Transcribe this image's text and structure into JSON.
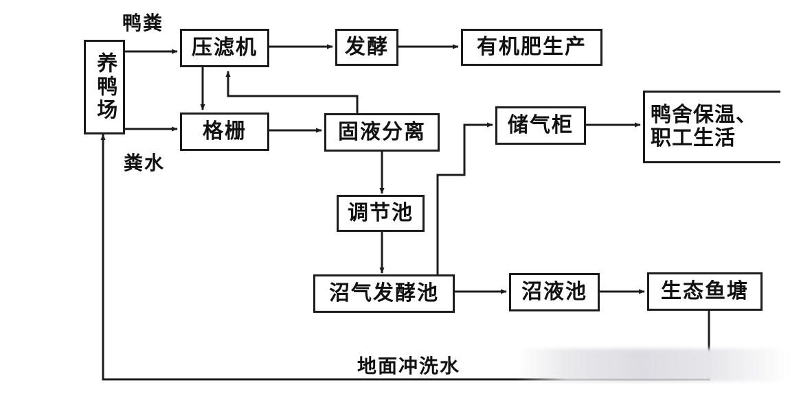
{
  "colors": {
    "line": "#1c1c1c",
    "background": "#ffffff",
    "text": "#111111"
  },
  "nodes": {
    "duck_farm": "养鸭场",
    "filter_press": "压滤机",
    "fermentation": "发酵",
    "organic_fertilizer": "有机肥生产",
    "screen": "格栅",
    "solid_liquid_separation": "固液分离",
    "gas_holder": "储气柜",
    "gas_use": "鸭舍保温、\n职工生活",
    "regulating_tank": "调节池",
    "biogas_tank": "沼气发酵池",
    "slurry_tank": "沼液池",
    "fish_pond": "生态鱼塘"
  },
  "labels": {
    "duck_manure": "鸭粪",
    "manure_water": "粪水",
    "floor_wash_water": "地面冲洗水"
  }
}
